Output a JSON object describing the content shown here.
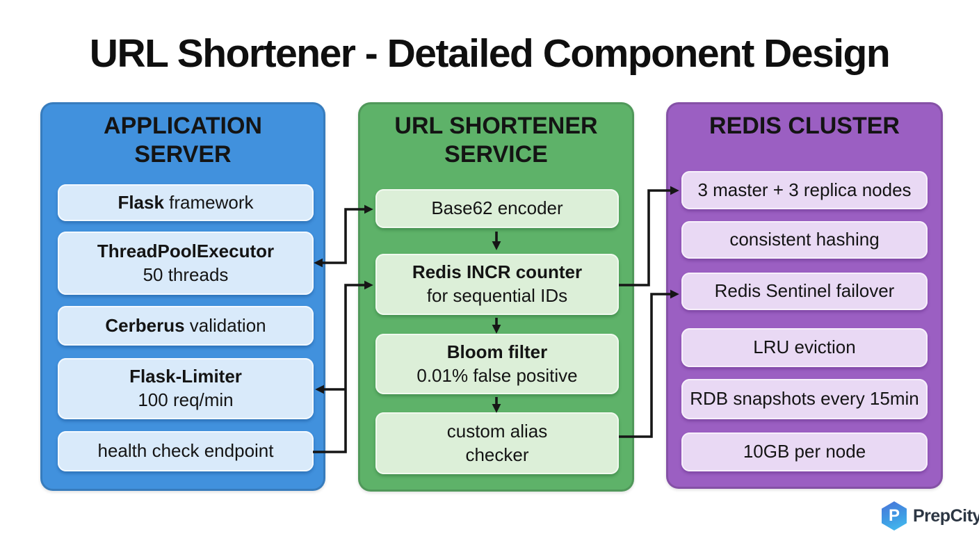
{
  "title": "URL Shortener - Detailed Component Design",
  "columns": [
    {
      "id": "application-server",
      "header": "APPLICATION SERVER",
      "items": [
        {
          "bold": "Flask",
          "rest": " framework"
        },
        {
          "bold": "ThreadPoolExecutor",
          "line2": "50 threads"
        },
        {
          "bold": "Cerberus",
          "rest": " validation"
        },
        {
          "bold": "Flask-Limiter",
          "line2": "100 req/min"
        },
        {
          "rest": "health check endpoint"
        }
      ]
    },
    {
      "id": "url-shortener-service",
      "header": "URL SHORTENER SERVICE",
      "items": [
        {
          "rest": "Base62 encoder"
        },
        {
          "bold": "Redis INCR counter",
          "line2": "for sequential IDs"
        },
        {
          "bold": "Bloom filter",
          "line2": "0.01% false positive"
        },
        {
          "rest": "custom alias",
          "line2": "checker"
        }
      ]
    },
    {
      "id": "redis-cluster",
      "header": "REDIS CLUSTER",
      "items": [
        {
          "rest": "3 master + 3 replica nodes"
        },
        {
          "rest": "consistent hashing"
        },
        {
          "rest": "Redis Sentinel failover"
        },
        {
          "rest": "LRU eviction"
        },
        {
          "rest": "RDB snapshots every 15min"
        },
        {
          "rest": "10GB per node"
        }
      ]
    }
  ],
  "connections": [
    {
      "from": "ThreadPoolExecutor",
      "to": "Base62 encoder",
      "direction": "both"
    },
    {
      "from": "health check endpoint",
      "to": "Redis INCR counter",
      "direction": "forward"
    },
    {
      "from": "health check endpoint",
      "to": "Flask-Limiter",
      "direction": "forward"
    },
    {
      "from": "Base62 encoder",
      "to": "Redis INCR counter",
      "direction": "forward"
    },
    {
      "from": "Redis INCR counter",
      "to": "Bloom filter",
      "direction": "forward"
    },
    {
      "from": "Bloom filter",
      "to": "custom alias checker",
      "direction": "forward"
    },
    {
      "from": "Redis INCR counter",
      "to": "3 master + 3 replica nodes",
      "direction": "forward"
    },
    {
      "from": "custom alias checker",
      "to": "Redis Sentinel failover",
      "direction": "forward"
    }
  ],
  "colors": {
    "app_server_panel": "#4191dd",
    "app_server_box": "#d9eafa",
    "shortener_panel": "#5eb269",
    "shortener_box": "#dcefd8",
    "redis_panel": "#9b5fc2",
    "redis_box": "#e9d9f4",
    "arrow": "#161616",
    "logo_gradient_start": "#4a72d8",
    "logo_gradient_end": "#45c1f0",
    "logo_text_color": "#2c3643"
  },
  "branding": {
    "logo_letter": "P",
    "logo_text": "PrepCity"
  }
}
